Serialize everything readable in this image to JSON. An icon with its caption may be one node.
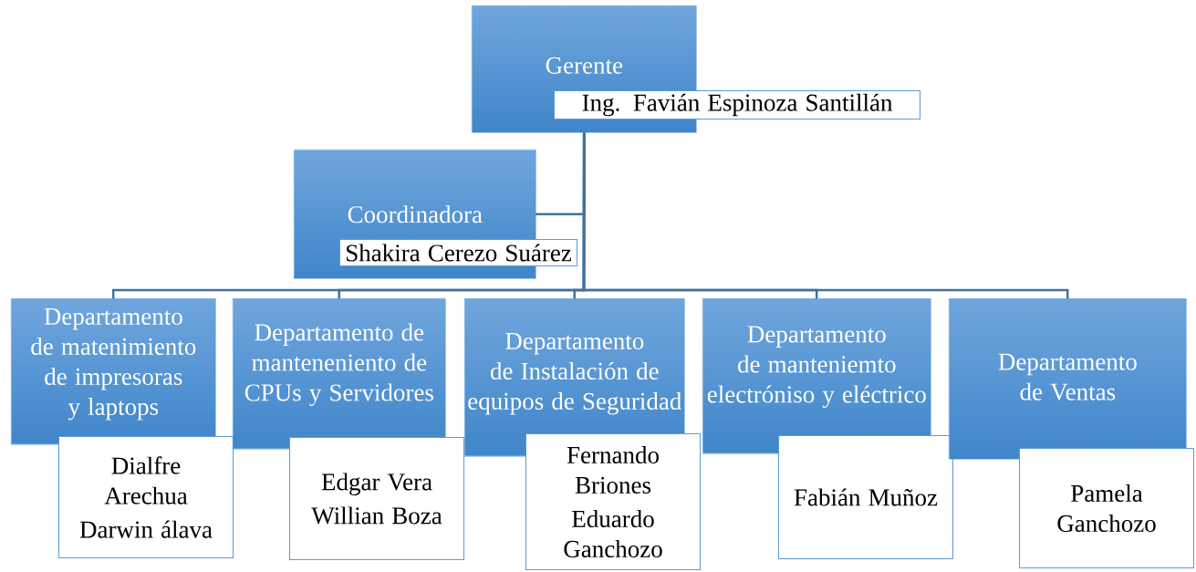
{
  "diagram": {
    "nodes": [
      {
        "text": [
          "Gerente"
        ]
      },
      {
        "text": [
          "Ing. Favián Espinoza Santillán"
        ]
      },
      {
        "text": [
          "Coordinadora"
        ]
      },
      {
        "text": [
          "Shakira Cerezo Suárez"
        ]
      },
      {
        "text": [
          "Departamento de matenimiento de impresoras y laptops"
        ]
      },
      {
        "text": [
          "Dialfre Arechua",
          "Darwin álava"
        ]
      },
      {
        "text": [
          "Departamento de manteneniento de CPUs y Servidores"
        ]
      },
      {
        "text": [
          "Edgar Vera",
          "Willian Boza"
        ]
      },
      {
        "text": [
          "Departamento de Instalación de equipos de Seguridad"
        ]
      },
      {
        "text": [
          "Fernando Briones",
          "Eduardo Ganchozo"
        ]
      },
      {
        "text": [
          "Departamento de manteniemto electróniso y eléctrico"
        ]
      },
      {
        "text": [
          "Fabián Muñoz"
        ]
      },
      {
        "text": [
          "Departamento de Ventas"
        ]
      },
      {
        "text": [
          "Pamela Ganchozo"
        ]
      }
    ],
    "edges": [
      {
        "from": 0,
        "to": 2,
        "arrow": "none"
      },
      {
        "from": 0,
        "to": 4,
        "arrow": "none"
      },
      {
        "from": 0,
        "to": 6,
        "arrow": "none"
      },
      {
        "from": 0,
        "to": 8,
        "arrow": "none"
      },
      {
        "from": 0,
        "to": 10,
        "arrow": "none"
      },
      {
        "from": 0,
        "to": 12,
        "arrow": "none"
      }
    ]
  }
}
